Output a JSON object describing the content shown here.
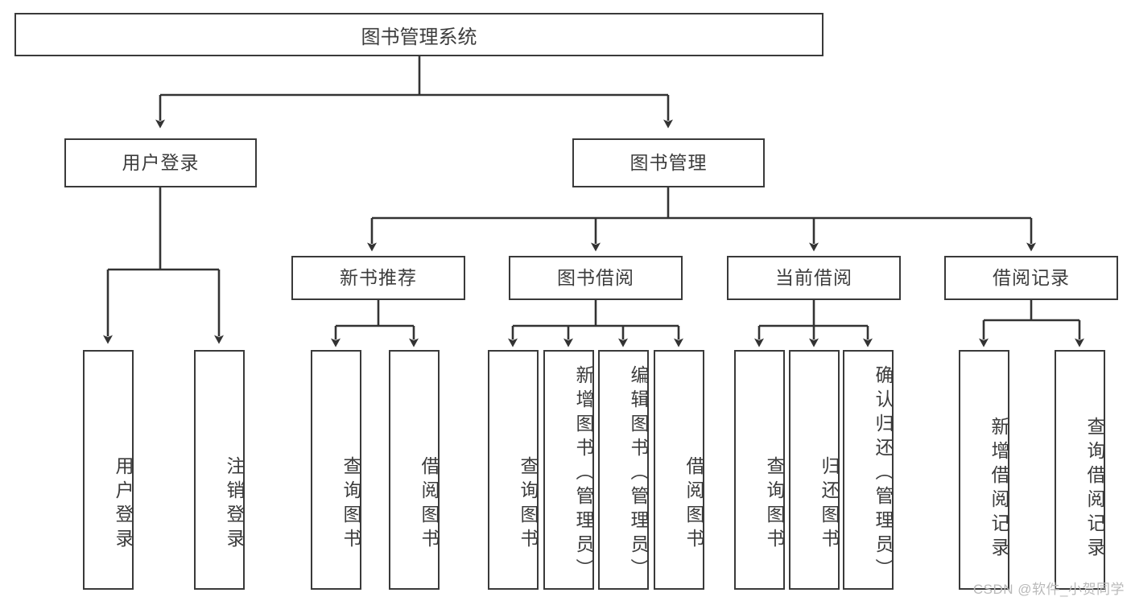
{
  "diagram": {
    "type": "tree-hierarchy",
    "title": "图书管理系统",
    "watermark": "CSDN @软件_小贺同学",
    "colors": {
      "box_border": "#3a3a3a",
      "box_fill": "#ffffff",
      "text": "#3c3c3c",
      "connector": "#333333",
      "watermark": "#b9b9b9",
      "background": "#ffffff"
    },
    "nodes": {
      "root": {
        "label": "图书管理系统"
      },
      "level2": [
        {
          "label": "用户登录"
        },
        {
          "label": "图书管理"
        }
      ],
      "level3": [
        {
          "label": "新书推荐"
        },
        {
          "label": "图书借阅"
        },
        {
          "label": "当前借阅"
        },
        {
          "label": "借阅记录"
        }
      ],
      "leaves": {
        "user_login": [
          {
            "label": "用户登录"
          },
          {
            "label": "注销登录"
          }
        ],
        "new_book": [
          {
            "label": "查询图书"
          },
          {
            "label": "借阅图书"
          }
        ],
        "book_borrow": [
          {
            "label": "查询图书"
          },
          {
            "label": "新增图书（管理员）"
          },
          {
            "label": "编辑图书（管理员）"
          },
          {
            "label": "借阅图书"
          }
        ],
        "current_borrow": [
          {
            "label": "查询图书"
          },
          {
            "label": "归还图书"
          },
          {
            "label": "确认归还（管理员）"
          }
        ],
        "borrow_record": [
          {
            "label": "新增借阅记录"
          },
          {
            "label": "查询借阅记录"
          }
        ]
      }
    }
  }
}
